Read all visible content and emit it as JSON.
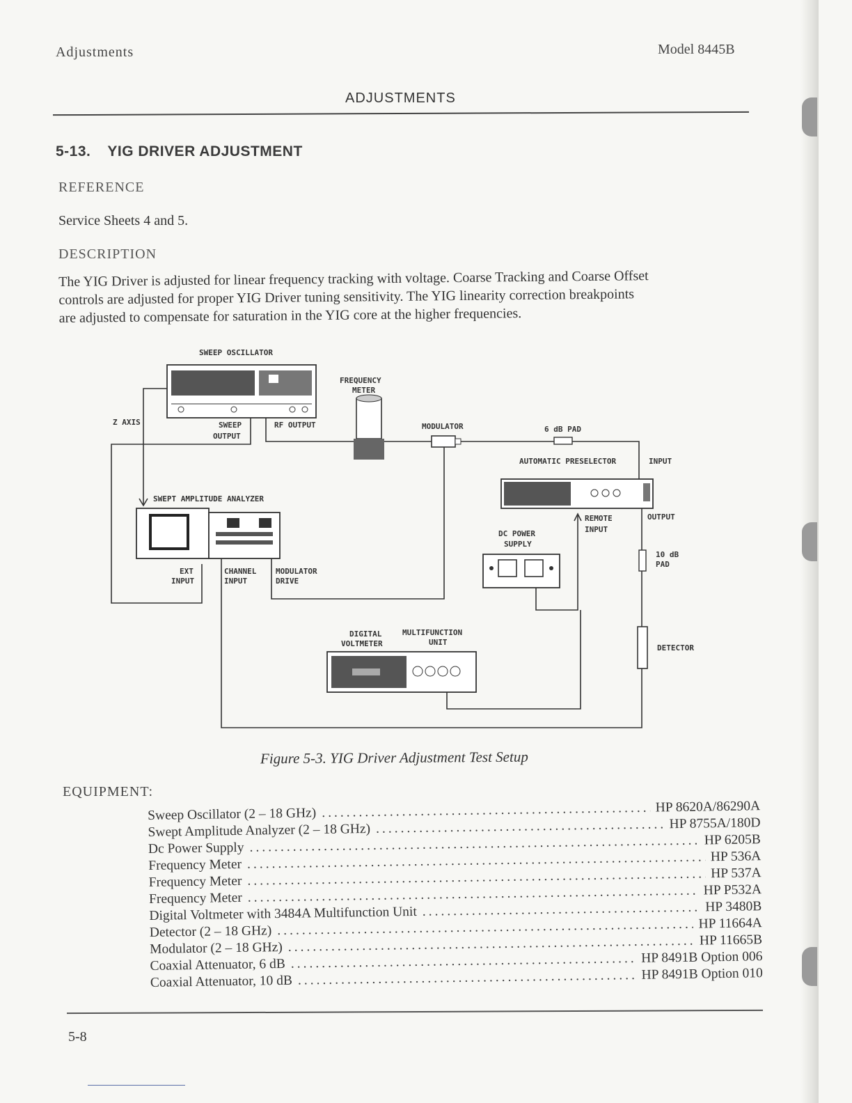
{
  "header": {
    "left": "Adjustments",
    "right": "Model 8445B",
    "center": "ADJUSTMENTS"
  },
  "section": {
    "number": "5-13.",
    "title": "YIG DRIVER ADJUSTMENT"
  },
  "reference": {
    "heading": "REFERENCE",
    "text": "Service Sheets 4 and 5."
  },
  "description": {
    "heading": "DESCRIPTION",
    "lines": [
      "The YIG Driver is adjusted for linear frequency tracking with voltage. Coarse Tracking and Coarse Offset",
      "controls are adjusted for proper YIG Driver tuning sensitivity. The YIG linearity correction breakpoints",
      "are adjusted to compensate for saturation in the YIG core at the higher frequencies."
    ]
  },
  "diagram": {
    "labels": {
      "sweep_oscillator": "SWEEP OSCILLATOR",
      "frequency": "FREQUENCY",
      "meter": "METER",
      "z_axis": "Z AXIS",
      "sweep": "SWEEP",
      "output": "OUTPUT",
      "rf_output": "RF OUTPUT",
      "modulator": "MODULATOR",
      "pad_6db": "6 dB PAD",
      "automatic_preselector": "AUTOMATIC PRESELECTOR",
      "input": "INPUT",
      "swept_amplitude_analyzer": "SWEPT AMPLITUDE ANALYZER",
      "remote": "REMOTE",
      "remote_input": "INPUT",
      "preselector_output": "OUTPUT",
      "dc_power": "DC POWER",
      "supply": "SUPPLY",
      "pad_10db_a": "10 dB",
      "pad_10db_b": "PAD",
      "ext": "EXT",
      "ext_input": "INPUT",
      "channel": "CHANNEL",
      "channel_input": "INPUT",
      "modulator_drive_a": "MODULATOR",
      "modulator_drive_b": "DRIVE",
      "digital": "DIGITAL",
      "voltmeter": "VOLTMETER",
      "multifunction": "MULTIFUNCTION",
      "unit": "UNIT",
      "detector": "DETECTOR"
    }
  },
  "figure_caption": "Figure 5-3. YIG Driver Adjustment Test Setup",
  "equipment": {
    "heading": "EQUIPMENT:",
    "items": [
      {
        "name": "Sweep Oscillator (2 – 18 GHz)",
        "model": "HP 8620A/86290A"
      },
      {
        "name": "Swept Amplitude Analyzer (2 – 18 GHz)",
        "model": "HP 8755A/180D"
      },
      {
        "name": "Dc Power Supply",
        "model": "HP 6205B"
      },
      {
        "name": "Frequency Meter",
        "model": "HP 536A"
      },
      {
        "name": "Frequency Meter",
        "model": "HP 537A"
      },
      {
        "name": "Frequency Meter",
        "model": "HP P532A"
      },
      {
        "name": "Digital Voltmeter with 3484A Multifunction Unit",
        "model": "HP 3480B"
      },
      {
        "name": "Detector (2 – 18 GHz)",
        "model": "HP 11664A"
      },
      {
        "name": "Modulator (2 – 18 GHz)",
        "model": "HP 11665B"
      },
      {
        "name": "Coaxial Attenuator, 6 dB",
        "model": "HP 8491B Option 006"
      },
      {
        "name": "Coaxial Attenuator, 10 dB",
        "model": "HP 8491B Option 010"
      }
    ]
  },
  "page_number": "5-8"
}
